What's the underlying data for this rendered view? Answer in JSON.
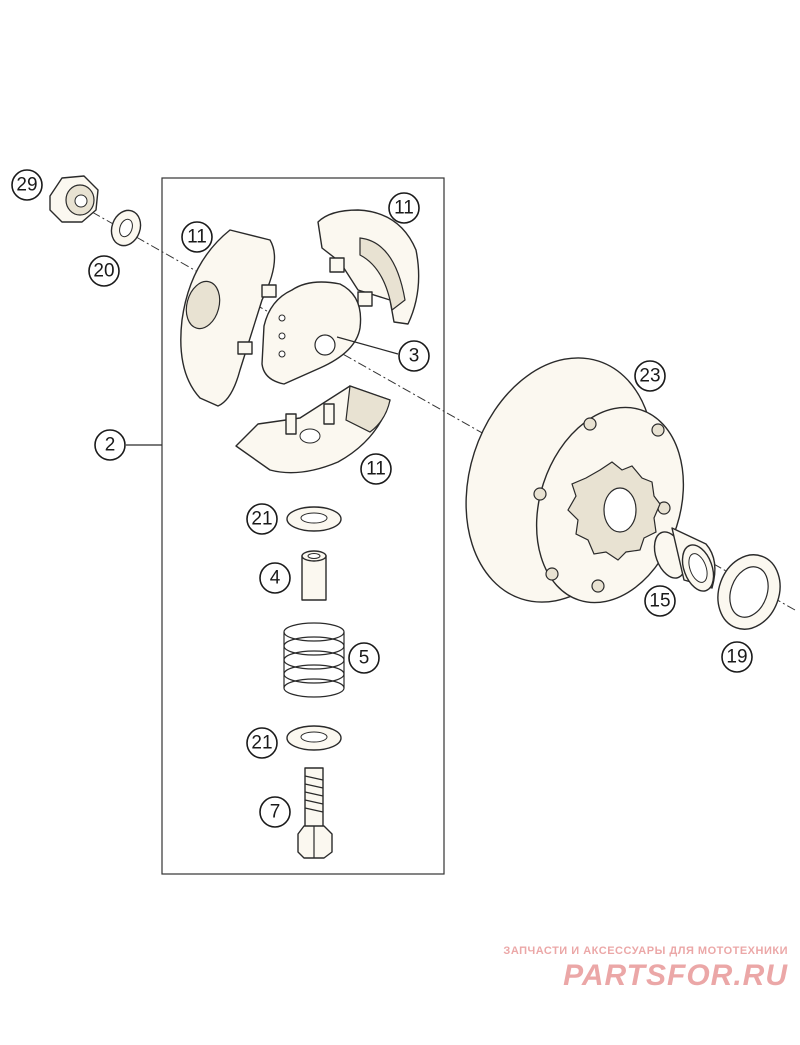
{
  "callouts": {
    "c29": "29",
    "c20": "20",
    "c11a": "11",
    "c11b": "11",
    "c11c": "11",
    "c3": "3",
    "c2": "2",
    "c21a": "21",
    "c4": "4",
    "c5": "5",
    "c21b": "21",
    "c7": "7",
    "c23": "23",
    "c15": "15",
    "c19": "19"
  },
  "watermark": {
    "tagline": "ЗАПЧАСТИ И АКСЕССУАРЫ ДЛЯ МОТОТЕХНИКИ",
    "brand": "PARTSFOR.RU"
  }
}
